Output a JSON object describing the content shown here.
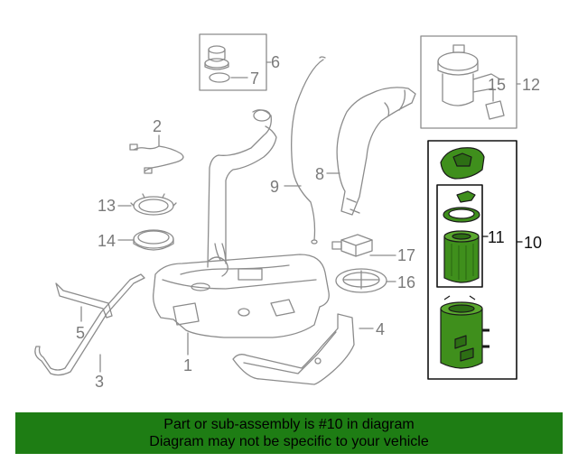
{
  "callouts": {
    "c1": "1",
    "c2": "2",
    "c3": "3",
    "c4": "4",
    "c5": "5",
    "c6": "6",
    "c7": "7",
    "c8": "8",
    "c9": "9",
    "c10": "10",
    "c11": "11",
    "c12": "12",
    "c13": "13",
    "c14": "14",
    "c15": "15",
    "c16": "16",
    "c17": "17"
  },
  "highlight": {
    "part_number": "10",
    "fill_color": "#3f8f1c",
    "banner_color": "#1e7d14"
  },
  "banner": {
    "line1": "Part or sub-assembly is #10 in diagram",
    "line2": "Diagram may not be specific to your vehicle"
  },
  "line_color": "#8c8c8c"
}
